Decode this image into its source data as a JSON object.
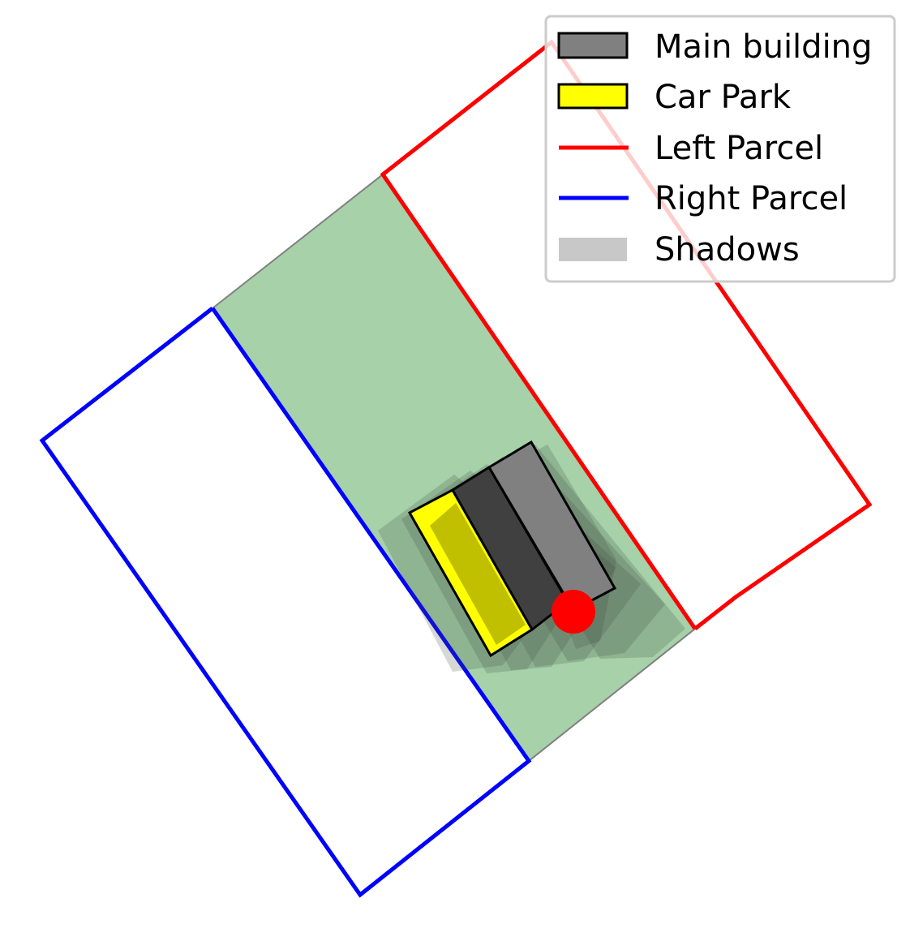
{
  "legend": {
    "main_building": "Main building",
    "car_park": "Car Park",
    "left_parcel": "Left Parcel",
    "right_parcel": "Right Parcel",
    "shadows": "Shadows"
  },
  "colors": {
    "main_building": "#808080",
    "car_park": "#ffff00",
    "left_parcel": "#ff0000",
    "right_parcel": "#0000ff",
    "shadows": "#c8c8c8",
    "site_area": "#a6d1a9",
    "marker": "#ff0000"
  }
}
